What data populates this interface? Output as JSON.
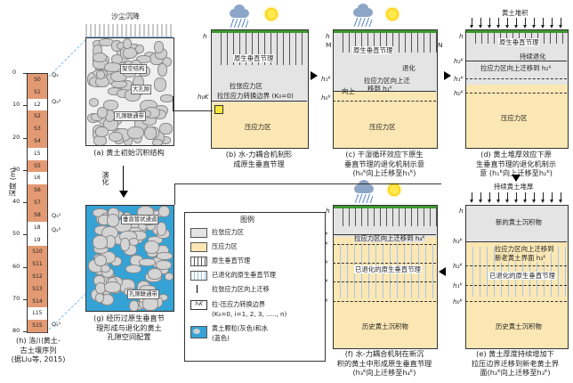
{
  "strat": {
    "ylabel": "深度 (m)",
    "ticks": [
      "0",
      "10",
      "20",
      "30",
      "40",
      "50",
      "60",
      "70",
      "80"
    ],
    "layers": [
      "S0",
      "S1",
      "L2",
      "S2",
      "S3",
      "S4",
      "L5",
      "S5",
      "L6",
      "S6",
      "S7",
      "S8",
      "L8",
      "L9",
      "S10",
      "S11",
      "S12",
      "S13",
      "S14",
      "L15",
      "S15"
    ],
    "right_labels": [
      "Q₃",
      "Q₃²",
      "Q₃¹",
      "Q₂²",
      "Q₂¹"
    ],
    "caption": [
      "(h) 洛川黄土-",
      "古土壤序列",
      "(据Liu等, 2015)"
    ]
  },
  "panel_a": {
    "title": "沙尘沉降",
    "labels": [
      "架空结构",
      "大孔隙",
      "孔隙联通带"
    ],
    "caption": [
      "(a) 黄土初始沉积结构"
    ]
  },
  "panel_b": {
    "h": "h",
    "zone1": "原生垂直节理",
    "zone2": "拉张应力区",
    "boundary": "拉压应力转换边界 (K₀=0)",
    "hk": "h₀K",
    "zone3": "压应力区",
    "caption": [
      "(b) 水-力耦合机制形",
      "成原生垂直节理"
    ]
  },
  "panel_c": {
    "h": "h",
    "M": "M",
    "N": "N",
    "zone1": "原生垂直节理",
    "retreat": "退化",
    "up_label": "拉应力区向上迁",
    "up_label2": "移到 h₁ᴷ",
    "up": "向上",
    "hk1": "h₁ᴷ",
    "hk0": "h₀ᴷ",
    "zone3": "压应力区",
    "caption": [
      "(c) 干湿循环效应下原生",
      "垂直节理的退化机制示意",
      "(h₀ᴷ向上迁移至h₁ᴷ)"
    ]
  },
  "panel_d": {
    "title": "黄土堆积",
    "h": "h",
    "zone1": "原生垂直节理",
    "retreat": "持续退化",
    "move": "拉应力区向上迁移到 h₂ᴷ",
    "hk2": "h₂ᴷ",
    "hk1": "h₁ᴷ",
    "hk0": "h₀ᴷ",
    "zone3": "压应力区",
    "caption": [
      "(d) 黄土堆厚效应下原",
      "生垂直节理的退化机制示",
      "意 (h₁ᴷ向上迁移至h₂ᴷ)"
    ]
  },
  "panel_e": {
    "title": "持续黄土堆厚",
    "h": "h",
    "new": "新的黄土沉积物",
    "move": "拉应力区向上迁移到",
    "move2": "新老黄土界面 h₃ᴷ",
    "hk3": "h₃ᴷ",
    "mid": "已退化的原生垂直节理",
    "hk2": "h₂ᴷ",
    "hk1": "h₁ᴷ",
    "hk0": "h₀ᴷ",
    "hist": "历史黄土沉积物",
    "caption": [
      "(e) 黄土厚度持续增加下",
      "拉压边界迁移到新老黄土界",
      "面(h₂ᴷ向上迁移至h₃ᴷ)"
    ]
  },
  "panel_f": {
    "h": "h",
    "zone_move": "拉应力区向上迁移到 h₄ᴷ",
    "hk4": "h₄ᴷ",
    "hk3": "h₃ᴷ",
    "mid": "已退化的原生垂直节理",
    "hk2": "h₂ᴷ",
    "hk1": "h₁ᴷ",
    "hk0": "h₀ᴷ",
    "hist": "历史黄土沉积物",
    "caption": [
      "(f) 水-力耦合机制在新沉",
      "积的黄土中形成原生垂直节理",
      "(h₃ᴷ向上迁移至h₄ᴷ)"
    ]
  },
  "panel_g": {
    "labels": [
      "垂直管状通道",
      "孔隙联通带"
    ],
    "caption": [
      "(g) 经历过原生垂直节",
      "理形成与退化的黄土",
      "孔隙空间配置"
    ],
    "arrow_text": "演化"
  },
  "legend": {
    "title": "图例",
    "items": [
      "拉张应力区",
      "压应力区",
      "原生垂直节理",
      "已退化的原生垂直节理",
      "拉张应力区向上迁移",
      "拉-压应力转换边界",
      "(K₀=0, i=1, 2, 3, ....., n)",
      "黄土颗粒(灰色)和水",
      "(蓝色)"
    ],
    "hk_symbol": "hᵢK"
  },
  "colors": {
    "tension": "#e4e4e4",
    "compression": "#fbe7b4",
    "water": "#35a3d6",
    "joint": "#555555"
  }
}
